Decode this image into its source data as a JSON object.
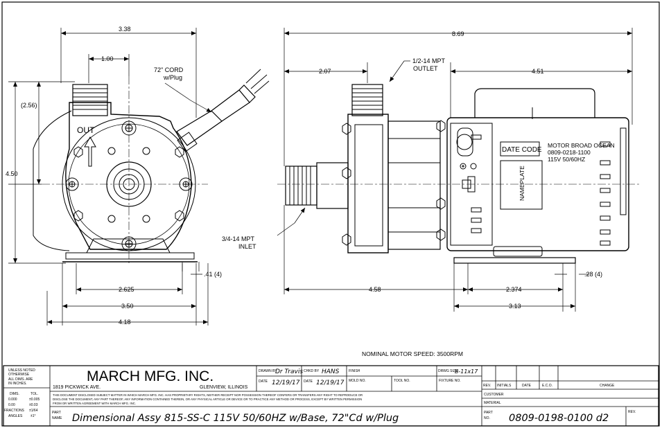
{
  "dims": {
    "left_w": "3.38",
    "shaft_off": "1.00",
    "cord": [
      "72\" CORD",
      "w/Plug"
    ],
    "h_256": "(2.56)",
    "h_450": "4.50",
    "w_2625": "2.625",
    "w_350": "3.50",
    "w_418": "4.18",
    "hole": ".41 (4)",
    "total_w": "8.69",
    "outlet_off": "2.07",
    "outlet": [
      "1/2-14 MPT",
      "OUTLET"
    ],
    "motor_w": "4.51",
    "inlet": [
      "3/4-14 MPT",
      "INLET"
    ],
    "w_458": "4.58",
    "w_2374": "2.374",
    "w_313": "3.13",
    "foot": ".28 (4)"
  },
  "labels": {
    "out": "OUT",
    "date_code": "DATE CODE",
    "motor_info": [
      "MOTOR BROAD OCEAN",
      "0809-0218-1100",
      "115V 50/60HZ"
    ],
    "nameplate": "NAMEPLATE",
    "speed": "NOMINAL MOTOR SPEED: 3500RPM"
  },
  "title_block": {
    "tol_lines": [
      "UNLESS NOTED",
      "OTHERWISE",
      "ALL DIMS. ARE",
      "IN INCHES."
    ],
    "tol_head": [
      "DIMS.",
      "TOL."
    ],
    "tol_rows": [
      [
        "0.000",
        "±0.005"
      ],
      [
        "0.00",
        "±0.03"
      ],
      [
        "FRACTIONS",
        "±1/64"
      ],
      [
        "ANGLES",
        "±1°"
      ]
    ],
    "company": "MARCH MFG. INC.",
    "address": "1819 PICKWICK AVE.",
    "city": "GLENVIEW, ILLINOIS",
    "drawn_by_label": "DRAWN BY",
    "drawn_by": "Dr Travis",
    "chkd_by_label": "CHKD BY",
    "chkd_by": "HANS",
    "finish_label": "FINISH",
    "drwg_size_label": "DRWG SIZE",
    "drwg_size": "B-11x17",
    "date_label": "DATE",
    "date1": "12/19/17",
    "date2": "12/19/17",
    "mold_label": "MOLD NO.",
    "tool_label": "TOOL NO.",
    "fixture_label": "FIXTURE NO.",
    "rev_headers": [
      "REV.",
      "INITIALS",
      "DATE",
      "E.C.O.",
      "CHANGE"
    ],
    "customer_label": "CUSTOMER",
    "material_label": "MATERIAL",
    "legal": [
      "THIS DOCUMENT DISCLOSED SUBJECT MATTER IN WHICH MARCH MFG. INC. HAS PROPRIETARY RIGHTS, NEITHER RECEIPT NOR POSSESSION THEREOF CONFERS OR TRANSFERS ANY RIGHT TO REPRODUCE OR",
      "DISCLOSE THE DOCUMENT, ANY PART THEREOF, ANY INFORMATION CONTAINED THEREIN, OR ANY PHYSICAL ARTICLE OR DEVICE OR TO PRACTICE ANY METHOD OR PROCESS, EXCEPT BY WRITTEN PERMISSION",
      "FROM OR WRITTEN AGREEMENT WITH MARCH MFG. INC."
    ],
    "part_name_label": [
      "PART",
      "NAME"
    ],
    "part_name": "Dimensional Assy 815-SS-C 115V 50/60HZ w/Base, 72\"Cd w/Plug",
    "part_no_label": [
      "PART",
      "NO."
    ],
    "part_no": "0809-0198-0100 d2",
    "rev_label": "REV."
  }
}
